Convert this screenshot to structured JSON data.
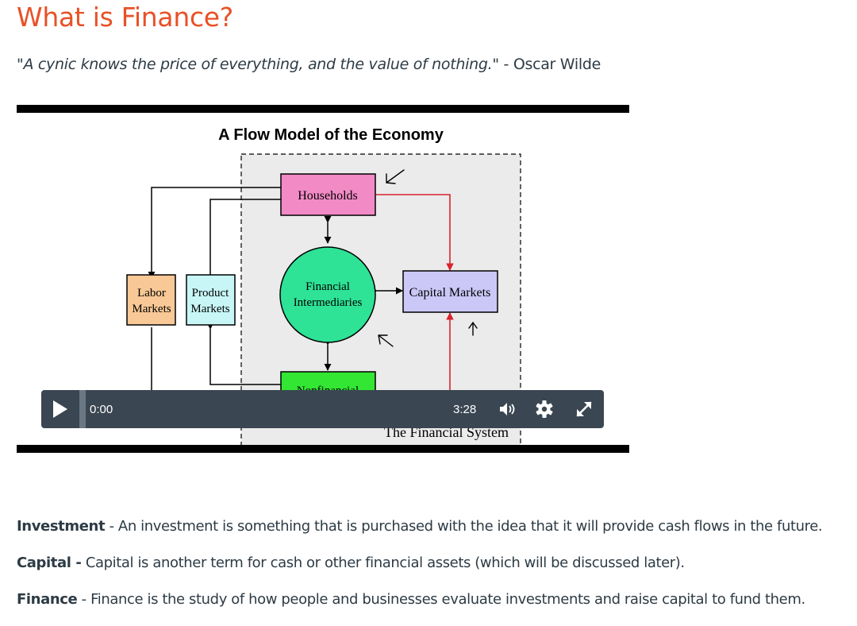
{
  "page": {
    "title": "What is Finance?",
    "quote_text": "\"A cynic knows the price of everything, and the value of nothing.\"",
    "quote_author": " - Oscar Wilde"
  },
  "video": {
    "diagram": {
      "title": "A Flow Model of the Economy",
      "households": "Households",
      "financial_intermediaries_line1": "Financial",
      "financial_intermediaries_line2": "Intermediaries",
      "capital_markets": "Capital Markets",
      "labor_markets_line1": "Labor",
      "labor_markets_line2": "Markets",
      "product_markets_line1": "Product",
      "product_markets_line2": "Markets",
      "nonfinancial": "Nonfinancial",
      "financial_system": "The Financial System"
    },
    "controls": {
      "current_time": "0:00",
      "duration": "3:28",
      "progress_fraction": 0.0
    },
    "colors": {
      "households_fill": "#f28ac6",
      "intermediaries_fill": "#2ee296",
      "capital_markets_fill": "#cbc7f7",
      "labor_fill": "#f8c896",
      "product_fill": "#c8f6f6",
      "nonfinancial_fill": "#33e633",
      "flow_red": "#d9232d",
      "control_bar": "#3a4652",
      "accent_yellow": "#f5c50a"
    }
  },
  "definitions": [
    {
      "term": "Investment",
      "separator": " - ",
      "text": "An investment is something that is purchased with the idea that it will provide cash flows in the future."
    },
    {
      "term": "Capital -",
      "separator": " ",
      "text": "Capital is another term for cash or other financial assets (which will be discussed later)."
    },
    {
      "term": "Finance",
      "separator": " - ",
      "text": "Finance is the study of how people and businesses evaluate investments and raise capital to fund them."
    }
  ]
}
